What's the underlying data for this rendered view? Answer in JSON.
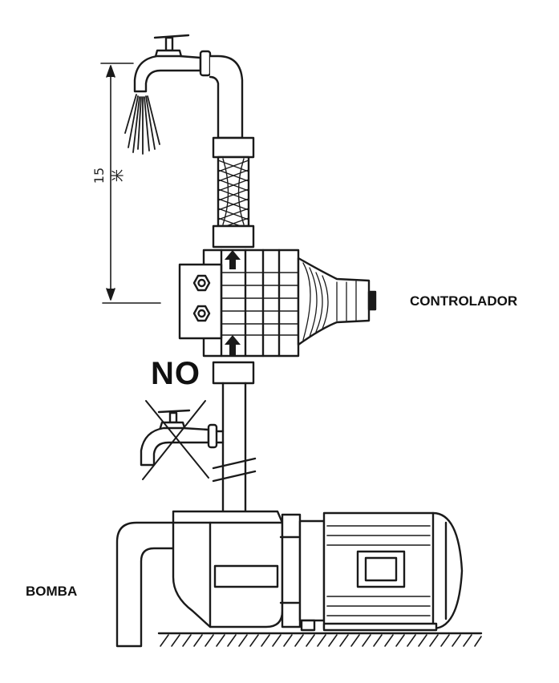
{
  "labels": {
    "controller": "CONTROLADOR",
    "pump": "BOMBA",
    "prohibited": "NO",
    "height": "15米"
  },
  "colors": {
    "line": "#1a1a1a",
    "background": "#ffffff"
  }
}
